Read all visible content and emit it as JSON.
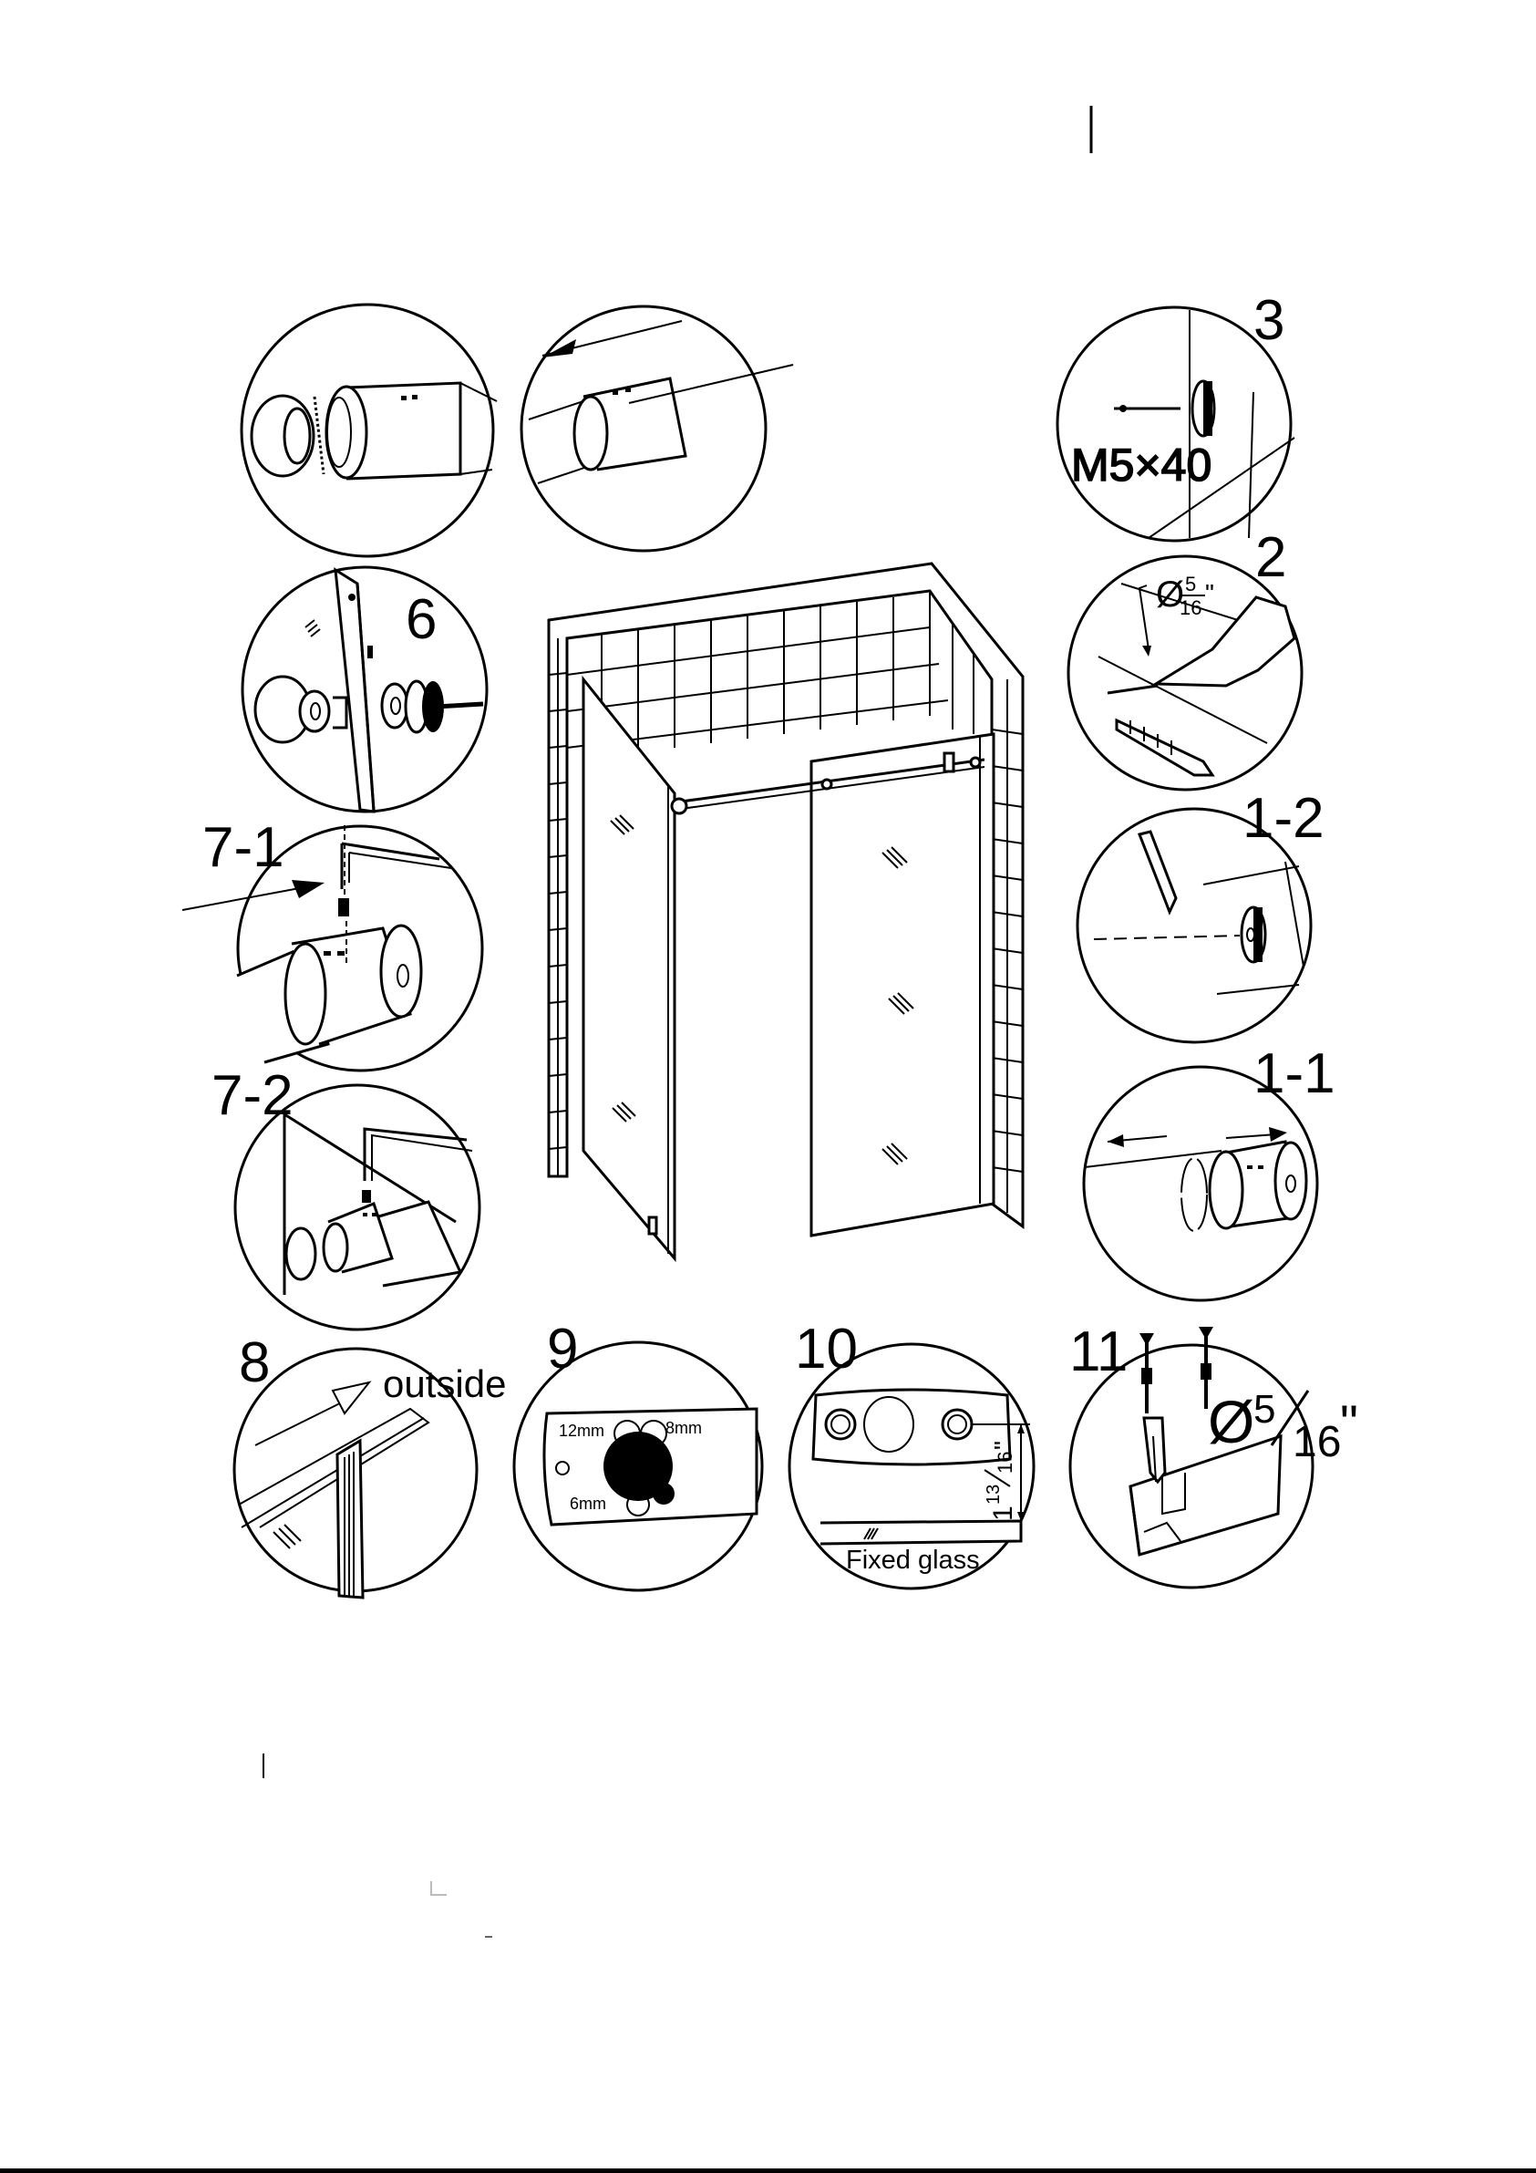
{
  "steps": {
    "s3": "3",
    "s2": "2",
    "s6": "6",
    "s12": "1-2",
    "s71": "7-1",
    "s72": "7-2",
    "s11": "1-1",
    "s8": "8",
    "s9": "9",
    "s10": "10",
    "s11b": "11"
  },
  "labels": {
    "screw": "M5×40",
    "drill_diameter": "Ø",
    "drill_frac_num": "5",
    "drill_frac_den": "16",
    "drill_inch": "\"",
    "outside": "outside",
    "hole_12": "12mm",
    "hole_8": "8mm",
    "hole_6": "6mm",
    "dim_whole": "1",
    "dim_num": "13",
    "dim_den": "16",
    "dim_inch": "\"",
    "fixed_glass": "Fixed glass",
    "big_diameter": "Ø",
    "big_num": "5",
    "big_den": "16",
    "big_inch": "\""
  },
  "colors": {
    "ink": "#000000",
    "paper": "#ffffff"
  }
}
